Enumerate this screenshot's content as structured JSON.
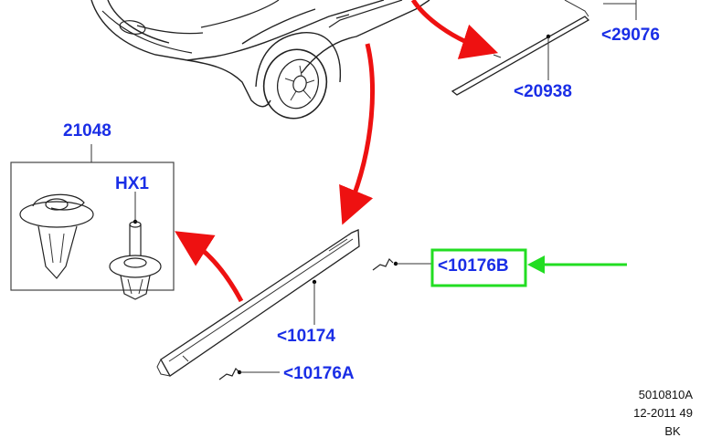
{
  "parts": {
    "p29076": "<29076",
    "p20938": "<20938",
    "p21048": "21048",
    "hx1": "HX1",
    "p10176b": "<10176B",
    "p10174": "<10174",
    "p10176a": "<10176A"
  },
  "footer": {
    "drawing_id": "5010810A",
    "date_code": "12-2011 49",
    "code": "BK"
  },
  "colors": {
    "label": "#1a2ee6",
    "red_arrow": "#ee1111",
    "green_highlight": "#22dd22"
  },
  "highlighted_part": "p10176b"
}
